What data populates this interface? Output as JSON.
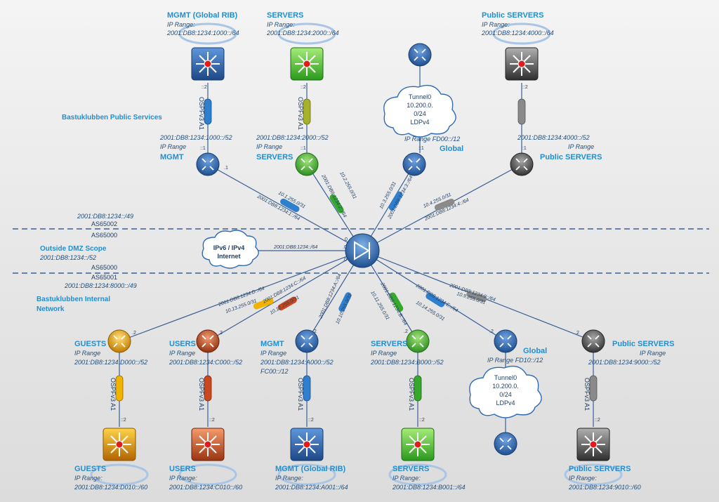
{
  "colors": {
    "blue": "#2f6bb5",
    "green": "#3fb33a",
    "grey": "#5a5a5a",
    "orange": "#e0a000",
    "brown": "#c0502a",
    "title": "#1f8fd1"
  },
  "scopes": {
    "public_services": "Bastuklubben Public Services",
    "public_prefix": "2001:DB8:1234::/49",
    "as_top": "AS65002",
    "as_mid1": "AS65000",
    "dmz_title": "Outside DMZ Scope",
    "dmz_prefix": "2001:DB8:1234::/52",
    "as_mid2": "AS65000",
    "as_bottom": "AS65001",
    "internal_prefix": "2001:DB8:1234:8000::/49",
    "internal_title_1": "Bastuklubben Internal",
    "internal_title_2": "Network"
  },
  "internet_cloud": {
    "line1": "IPv6 / IPv4",
    "line2": "Internet",
    "link": "2001:DB8:1234::/64",
    "port": ".0"
  },
  "top_switches": [
    {
      "title": "MGMT (Global RIB)",
      "range_label": "IP Range:",
      "range": "2001:DB8:1234:1000::/64",
      "port": "::2",
      "ospf": "OSPFv3 A1"
    },
    {
      "title": "SERVERS",
      "range_label": "IP Range:",
      "range": "2001:DB8:1234:2000::/64",
      "port": "::2",
      "ospf": "OSPFv3 A1"
    },
    {
      "title": "Public SERVERS",
      "range_label": "IP Range:",
      "range": "2001:DB8:1234:4000::/64",
      "port": "::2",
      "ospf": ""
    }
  ],
  "top_routers": [
    {
      "name": "MGMT",
      "range_label": "IP Range",
      "range": "2001:DB8:1234:1000::/52",
      "port_a": "::1",
      "port_b": ".1",
      "port_c": "::1",
      "v4": "10.1.255.0/31",
      "v6": "2001:DB8:1234:1::/64"
    },
    {
      "name": "SERVERS",
      "range_label": "IP Range",
      "range": "2001:DB8:1234:2000::/52",
      "port_a": "::1",
      "port_b": ".1",
      "port_c": "::1",
      "v4": "10.2.255.0/31",
      "v6": "2001:DB8:1234:2::/64"
    },
    {
      "name": "Global",
      "range_label": "IP Range FD00::/12",
      "range": "",
      "port_a": "::1",
      "port_b": ".1",
      "port_c": "::1",
      "v4": "10.3.255.0/31",
      "v6": "2001:DB8:1234:3::/64"
    },
    {
      "name": "Public SERVERS",
      "range_label": "IP Range",
      "range": "2001:DB8:1234:4000::/52",
      "port_a": "::1",
      "port_b": ".1",
      "port_c": "::1",
      "v4": "10.4.255.0/31",
      "v6": "2001:DB8:1234:4::/64"
    }
  ],
  "top_cloud": {
    "line1": "Tunnel0",
    "line2": "10.200.0.",
    "line3": "0/24",
    "line4": "LDPv4"
  },
  "bottom_routers": [
    {
      "name": "GUESTS",
      "range_label": "IP Range",
      "range": "2001:DB8:1234:D000::/52",
      "extra": "",
      "port_a": ".2",
      "port_b": "::1",
      "v4": "10.13.255.0/31",
      "v6": "2001:DB8:1234:D::/64"
    },
    {
      "name": "USERS",
      "range_label": "IP Range",
      "range": "2001:DB8:1234:C000::/52",
      "extra": "",
      "port_a": ".2",
      "port_b": "::1",
      "v4": "10.12.255.0/31",
      "v6": "2001:DB8:1234:C::/64"
    },
    {
      "name": "MGMT",
      "range_label": "IP Range",
      "range": "2001:DB8:1234:A000::/52",
      "extra": "FC00::/12",
      "port_a": ".2",
      "port_b": "::1",
      "v4": "10.10.255.0/31",
      "v6": "2001:DB8:1234:A::/64"
    },
    {
      "name": "SERVERS",
      "range_label": "IP Range",
      "range": "2001:DB8:1234:B000::/52",
      "extra": "",
      "port_a": ".2",
      "port_b": "::1",
      "v4": "10.11.255.0/31",
      "v6": "2001:DB8:1234:B::/64"
    },
    {
      "name": "Global",
      "range_label": "IP Range FD10::/12",
      "range": "",
      "extra": "",
      "port_a": ".2",
      "port_b": "::1",
      "v4": "10.14.255.0/31",
      "v6": "2001:DB8:1234:E::/64"
    },
    {
      "name": "Public SERVERS",
      "range_label": "IP Range",
      "range": "2001:DB8:1234:9000::/52",
      "extra": "",
      "port_a": ".2",
      "port_b": "::1",
      "v4": "10.9.255.0/31",
      "v6": "2001:DB8:1234:9::/64"
    }
  ],
  "bottom_cloud": {
    "line1": "Tunnel0",
    "line2": "10.200.0.",
    "line3": "0/24",
    "line4": "LDPv4"
  },
  "bottom_switches": [
    {
      "title": "GUESTS",
      "range_label": "IP Range:",
      "range": "2001:DB8:1234:D010::/60",
      "port": "::2",
      "ospf": "OSPFv3 A1"
    },
    {
      "title": "USERS",
      "range_label": "IP Range:",
      "range": "2001:DB8:1234:C010::/60",
      "port": "::2",
      "ospf": "OSPFv3 A1"
    },
    {
      "title": "MGMT (Global RIB)",
      "range_label": "IP Range:",
      "range": "2001:DB8:1234:A001::/64",
      "port": "::2",
      "ospf": "OSPFv3 A1"
    },
    {
      "title": "SERVERS",
      "range_label": "IP Range:",
      "range": "2001:DB8:1234:B001::/64",
      "port": "::2",
      "ospf": "OSPFv3 A1"
    },
    {
      "title": "Public SERVERS",
      "range_label": "IP Range:",
      "range": "2001:DB8:1234:9010::/60",
      "port": "::2",
      "ospf": "OSPFv3 A1"
    }
  ],
  "core_ports": {
    "top": ".0",
    "bottom": ".0"
  }
}
